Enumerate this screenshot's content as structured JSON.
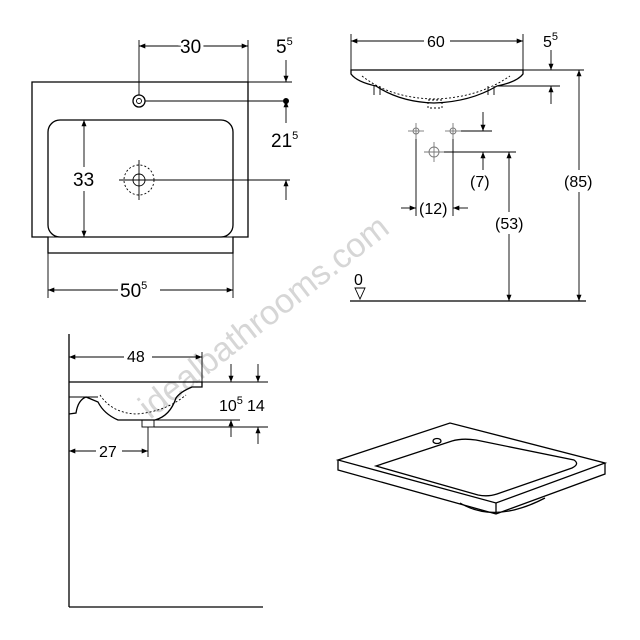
{
  "watermark": "idealbathrooms.com",
  "top_view": {
    "dim_30": "30",
    "dim_5_5": {
      "main": "5",
      "sup": "5"
    },
    "dim_21_5": {
      "main": "21",
      "sup": "5"
    },
    "dim_33": "33",
    "dim_50_5": {
      "main": "50",
      "sup": "5"
    }
  },
  "front_view": {
    "dim_60": "60",
    "dim_5_5": {
      "main": "5",
      "sup": "5"
    },
    "dim_7": "(7)",
    "dim_12": "(12)",
    "dim_53": "(53)",
    "dim_85": "(85)",
    "floor_zero": "0"
  },
  "side_view": {
    "dim_48": "48",
    "dim_10_5": {
      "main": "10",
      "sup": "5"
    },
    "dim_14": "14",
    "dim_27": "27"
  }
}
